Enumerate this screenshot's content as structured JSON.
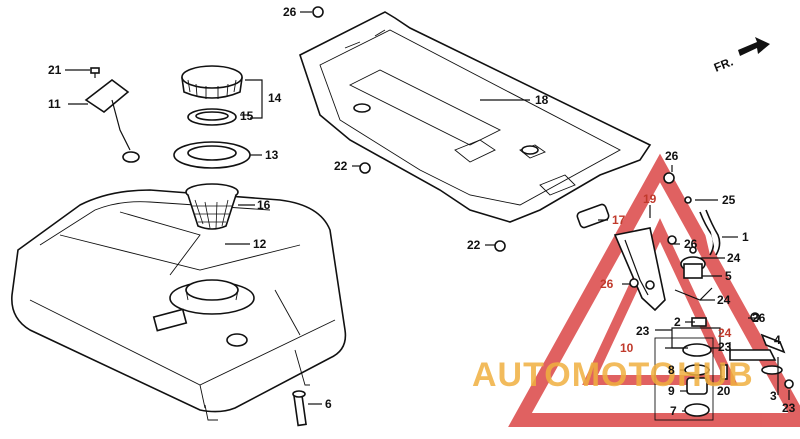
{
  "diagram": {
    "direction_label": "FR.",
    "watermark": "AUTOMOTOHUB",
    "colors": {
      "ink": "#111111",
      "watermark_red": "#d62d2d",
      "watermark_orange": "#f0a830"
    },
    "callouts": {
      "c1": "1",
      "c2": "2",
      "c3": "3",
      "c4": "4",
      "c5": "5",
      "c6": "6",
      "c7": "7",
      "c8": "8",
      "c9": "9",
      "c10": "10",
      "c11": "11",
      "c12": "12",
      "c13": "13",
      "c14": "14",
      "c15": "15",
      "c16": "16",
      "c17": "17",
      "c18": "18",
      "c19": "19",
      "c20": "20",
      "c21": "21",
      "c22a": "22",
      "c22b": "22",
      "c23a": "23",
      "c23b": "23",
      "c24a": "24",
      "c24b": "24",
      "c24c": "24",
      "c25": "25",
      "c26a": "26",
      "c26b": "26",
      "c26c": "26",
      "c26d": "26",
      "c26e": "26"
    }
  }
}
